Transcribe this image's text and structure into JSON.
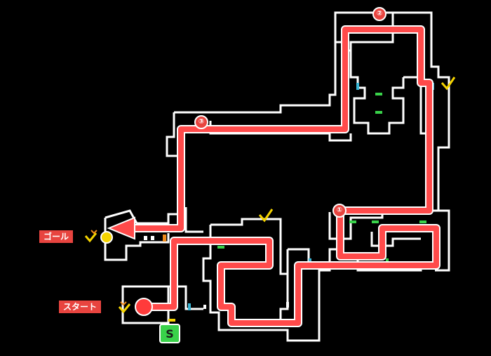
{
  "markers": {
    "start_label": "スタート",
    "goal_label": "ゴール",
    "waypoints": [
      "①",
      "②",
      "③"
    ],
    "shop_icon": "S"
  },
  "colors": {
    "route": "#ff4a4a",
    "label_bg": "#e8443f",
    "start": "#ff3b3b",
    "goal": "#f5d400",
    "check": "#f5d400",
    "door_green": "#39d24a",
    "door_cyan": "#3ab7d6",
    "door_orange": "#f08a1a"
  },
  "icons": [
    "check-icon",
    "start-marker-icon",
    "goal-marker-icon",
    "shop-icon",
    "waypoint-icon"
  ]
}
